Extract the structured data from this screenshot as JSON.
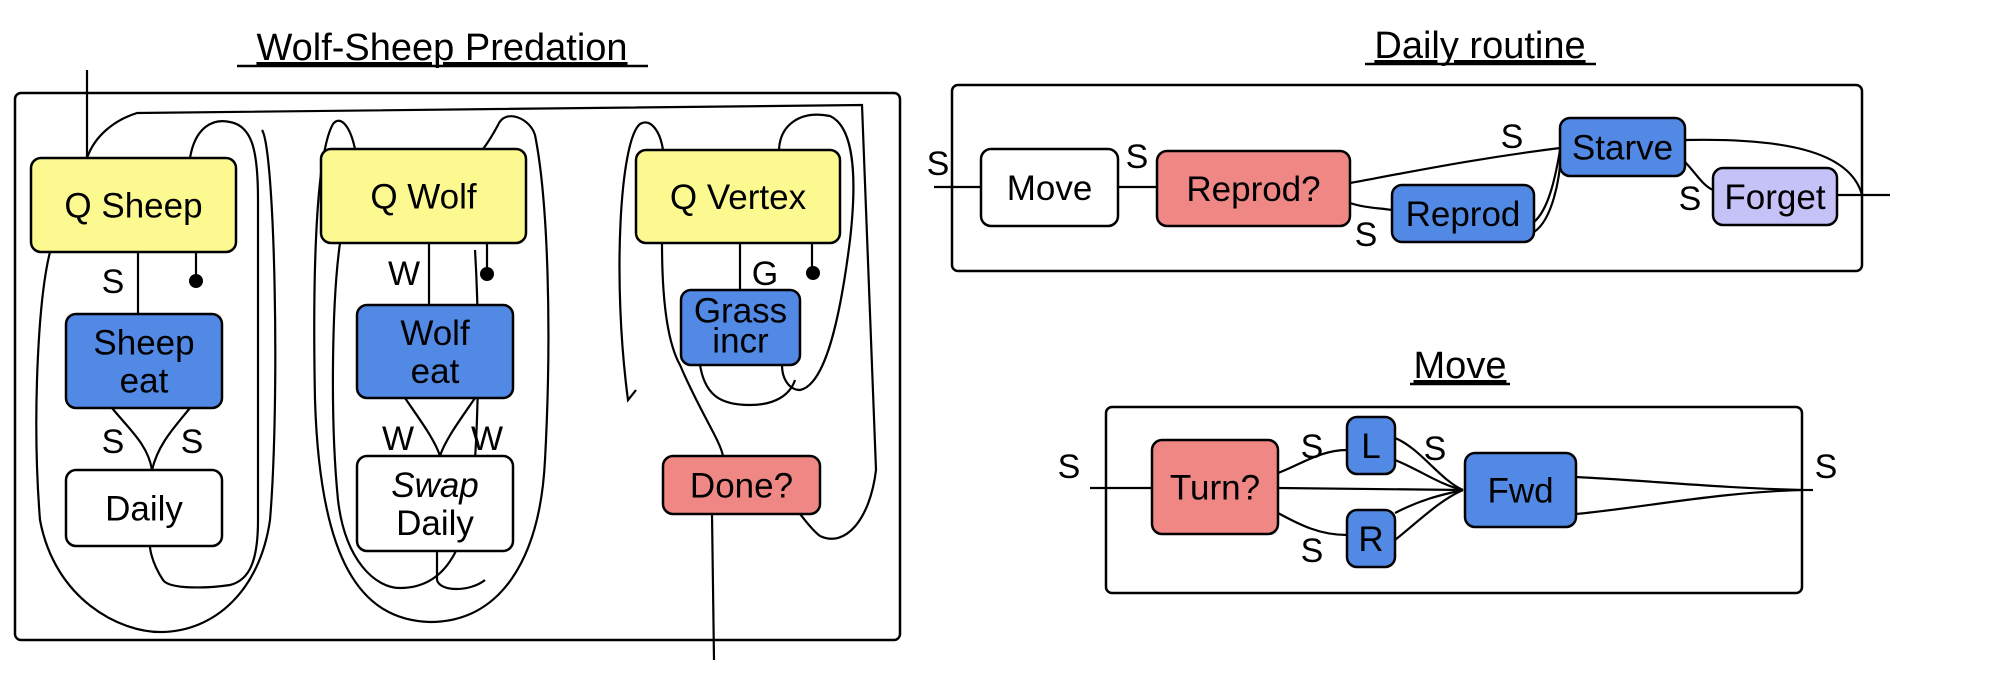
{
  "colors": {
    "queue": "#fbf990",
    "action": "#5189e5",
    "condition": "#ef8785",
    "subroutine": "#ffffff",
    "forget": "#c5c2f8",
    "line": "#000000"
  },
  "panels": {
    "wolf_sheep": {
      "title": "Wolf-Sheep Predation",
      "boxes": {
        "q_sheep": {
          "lines": [
            "Q Sheep"
          ],
          "kind": "queue"
        },
        "sheep_eat": {
          "lines": [
            "Sheep",
            "eat"
          ],
          "kind": "action"
        },
        "daily_sheep": {
          "lines": [
            "Daily"
          ],
          "kind": "subroutine"
        },
        "q_wolf": {
          "lines": [
            "Q Wolf"
          ],
          "kind": "queue"
        },
        "wolf_eat": {
          "lines": [
            "Wolf",
            "eat"
          ],
          "kind": "action"
        },
        "swap_daily": {
          "lines": [
            "Swap",
            "Daily"
          ],
          "kind": "subroutine",
          "italic_first_line": true
        },
        "q_vertex": {
          "lines": [
            "Q Vertex"
          ],
          "kind": "queue"
        },
        "grass_incr": {
          "lines": [
            "Grass",
            "incr"
          ],
          "kind": "action"
        },
        "done": {
          "lines": [
            "Done?"
          ],
          "kind": "condition"
        }
      },
      "wire_labels": {
        "sheep_s": "S",
        "sheep_eat_s_left": "S",
        "sheep_eat_s_right": "S",
        "wolf_w": "W",
        "wolf_eat_w_left": "W",
        "wolf_eat_w_right": "W",
        "vertex_g": "G"
      }
    },
    "daily_routine": {
      "title": "Daily routine",
      "boxes": {
        "move": {
          "lines": [
            "Move"
          ],
          "kind": "subroutine"
        },
        "reprod_q": {
          "lines": [
            "Reprod?"
          ],
          "kind": "condition"
        },
        "reprod": {
          "lines": [
            "Reprod"
          ],
          "kind": "action"
        },
        "starve": {
          "lines": [
            "Starve"
          ],
          "kind": "action"
        },
        "forget": {
          "lines": [
            "Forget"
          ],
          "kind": "forget"
        }
      },
      "wire_labels": {
        "input_s": "S",
        "move_out_s": "S",
        "reprod_q_top_s": "S",
        "reprod_q_bottom_s": "S",
        "starve_forget_s": "S"
      }
    },
    "move": {
      "title": "Move",
      "boxes": {
        "turn_q": {
          "lines": [
            "Turn?"
          ],
          "kind": "condition"
        },
        "l": {
          "lines": [
            "L"
          ],
          "kind": "action"
        },
        "r": {
          "lines": [
            "R"
          ],
          "kind": "action"
        },
        "fwd": {
          "lines": [
            "Fwd"
          ],
          "kind": "action"
        }
      },
      "wire_labels": {
        "input_s": "S",
        "turn_l_s": "S",
        "turn_r_s": "S",
        "l_fwd_s": "S",
        "output_s": "S"
      }
    }
  }
}
